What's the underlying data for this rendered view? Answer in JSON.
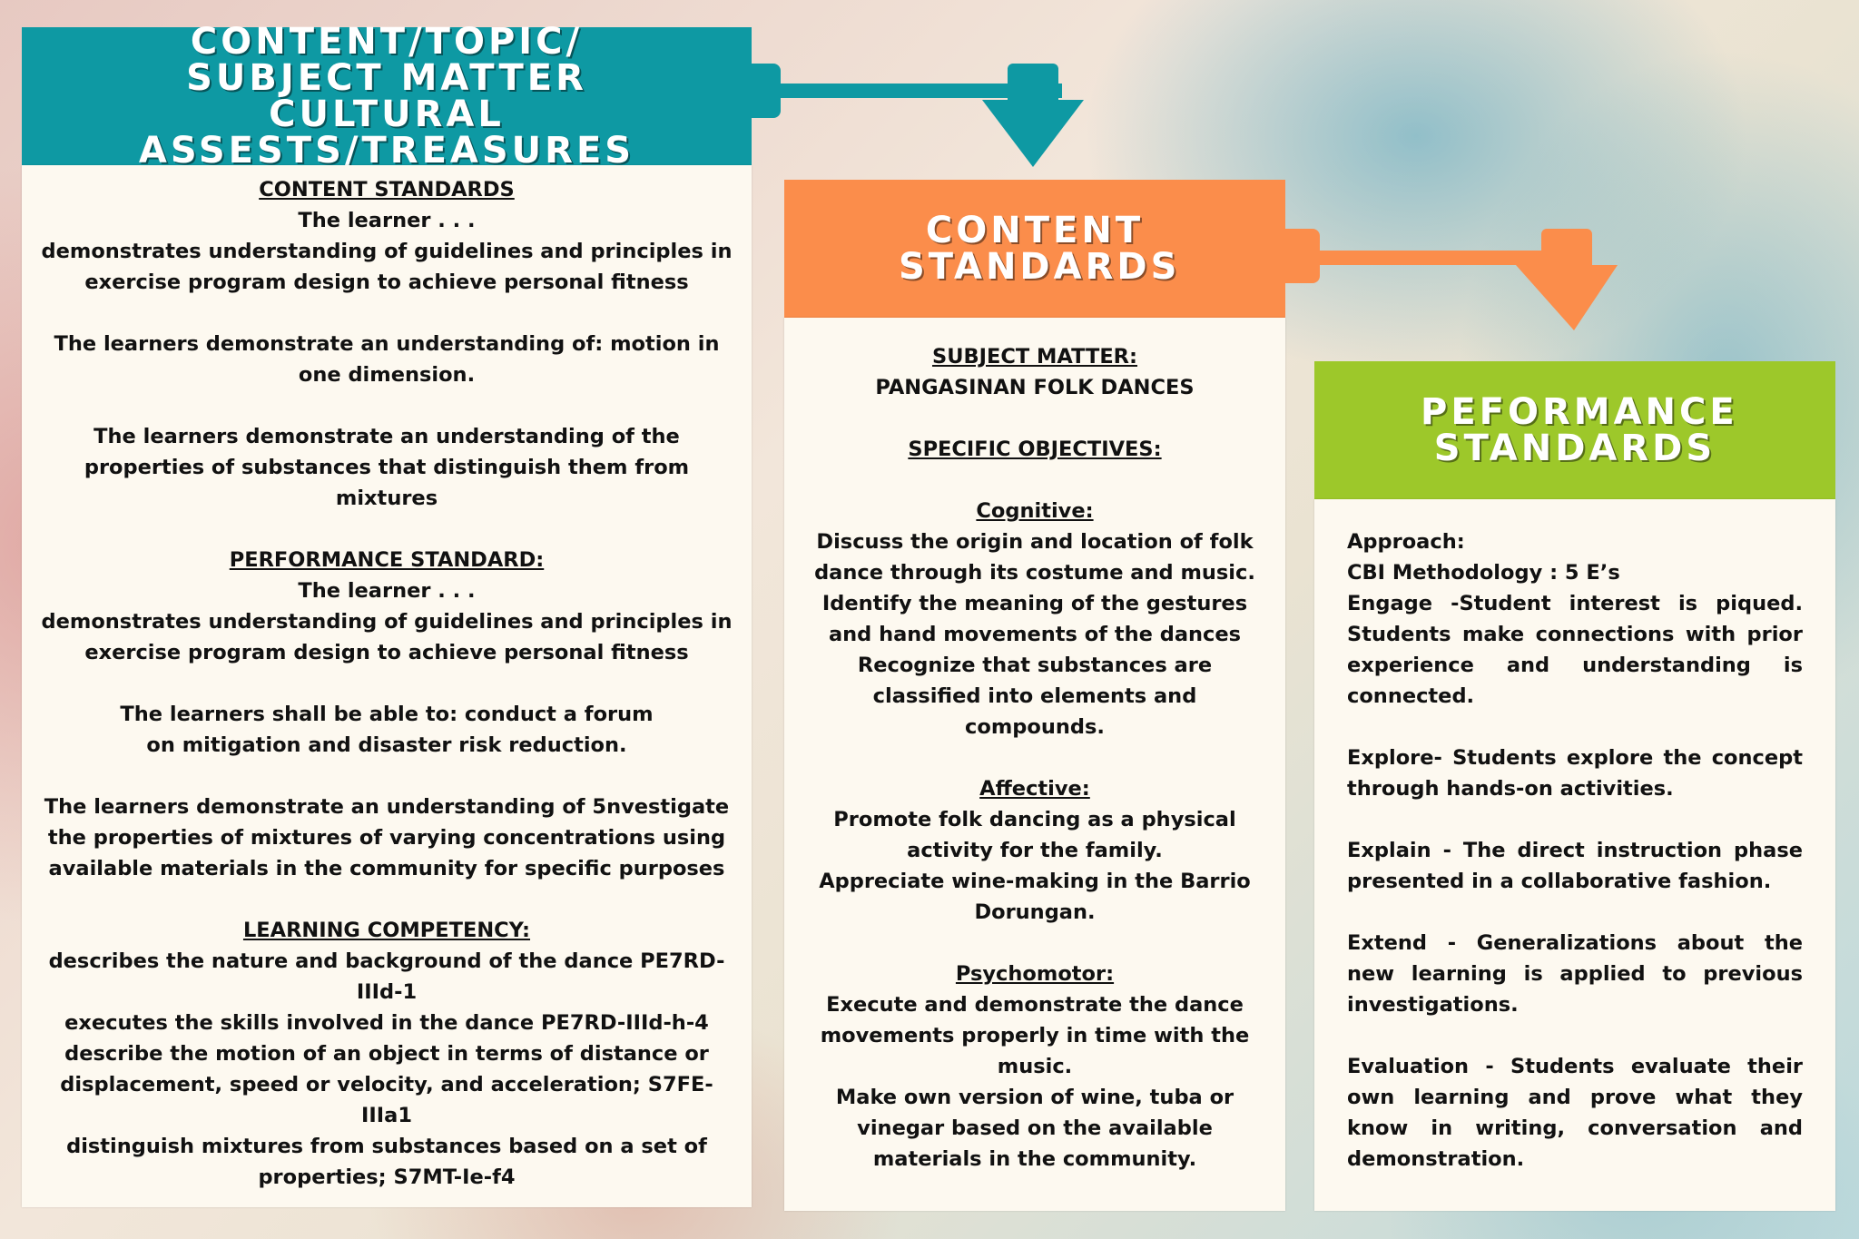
{
  "colors": {
    "teal": "#0e99a3",
    "orange": "#fb8d4b",
    "green": "#9dc82a"
  },
  "header1": "CONTENT/TOPIC/ SUBJECT MATTER CULTURAL ASSESTS/TREASURES",
  "header2": "CONTENT STANDARDS",
  "header3": "PEFORMANCE STANDARDS",
  "col1": {
    "content_standards_heading": "CONTENT STANDARDS",
    "learner_1": "The learner . . .",
    "cs_line_1": "demonstrates understanding of guidelines and principles in exercise program design to achieve personal fitness",
    "cs_line_2": "The learners demonstrate an understanding of: motion in one dimension.",
    "cs_line_3": "The learners demonstrate an understanding of the properties of substances that distinguish them from mixtures",
    "performance_standard_heading": "PERFORMANCE STANDARD:",
    "learner_2": "The learner . . .",
    "ps_line_1": "demonstrates understanding of guidelines and principles in exercise program design to achieve personal fitness",
    "ps_line_2": "The learners shall be able to: conduct a forum on mitigation and disaster risk reduction.",
    "ps_line_3": "The learners demonstrate an understanding of 5nvestigate the properties of mixtures of varying concentrations using available materials in the community for specific purposes",
    "learning_competency_heading": "LEARNING COMPETENCY:",
    "lc_1": "describes the nature and background of the dance PE7RD-IIId-1",
    "lc_2": "executes the skills involved in the dance  PE7RD-IIId-h-4",
    "lc_3": "describe the motion of an object in terms of distance or displacement, speed or velocity, and acceleration; S7FE-IIIa1",
    "lc_4": "distinguish mixtures from substances based on a set of properties;  S7MT-Ie-f4"
  },
  "col2": {
    "subject_matter_heading": "SUBJECT MATTER:",
    "subject_matter": "PANGASINAN FOLK DANCES",
    "specific_objectives_heading": "SPECIFIC OBJECTIVES:",
    "cognitive_heading": "Cognitive:",
    "cognitive_1": "Discuss the origin and location of folk dance through its costume and music.",
    "cognitive_2": "Identify the meaning of the gestures and hand movements of the dances",
    "cognitive_3": "Recognize that substances are classified into elements and compounds.",
    "affective_heading": "Affective:",
    "affective_1": "Promote folk dancing as a physical activity for the family.",
    "affective_2": "Appreciate wine-making in the Barrio Dorungan.",
    "psychomotor_heading": "Psychomotor:",
    "psychomotor_1": "Execute and demonstrate the dance movements properly in time with the music.",
    "psychomotor_2": "Make own version of wine, tuba or vinegar based on the available materials in the community."
  },
  "col3": {
    "approach": "Approach:",
    "methodology": "CBI Methodology : 5 E’s",
    "engage": "Engage -Student interest is piqued. Students make connections with prior experience and understanding is connected.",
    "explore": "Explore- Students explore the concept through hands-on activities.",
    "explain": "Explain - The direct instruction phase presented in a collaborative fashion.",
    "extend": "Extend - Generalizations about the new learning is applied to previous investigations.",
    "evaluation": "Evaluation - Students evaluate their own learning and prove what they know in writing, conversation and demonstration."
  }
}
